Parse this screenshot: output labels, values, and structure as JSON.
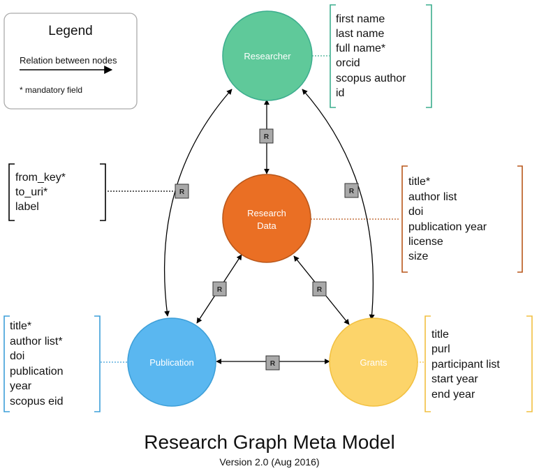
{
  "legend": {
    "title": "Legend",
    "relation_label": "Relation between nodes",
    "mandatory_label": "* mandatory field"
  },
  "nodes": {
    "researcher": {
      "label": "Researcher",
      "color": "#5fc99a",
      "fields": [
        "first name",
        "last name",
        "full name*",
        "orcid",
        "scopus author",
        "id"
      ],
      "bracket_color": "#3cad8e"
    },
    "research_data": {
      "label_line1": "Research",
      "label_line2": "Data",
      "color": "#ea6f24",
      "fields": [
        "title*",
        "author list",
        "doi",
        "publication year",
        "license",
        "size"
      ],
      "bracket_color": "#b8561a"
    },
    "publication": {
      "label": "Publication",
      "color": "#5ab7f0",
      "fields": [
        "title*",
        "author list*",
        "doi",
        "publication",
        "year",
        "scopus eid"
      ],
      "bracket_color": "#3d9fd8"
    },
    "grants": {
      "label": "Grants",
      "color": "#fcd46a",
      "fields": [
        "title",
        "purl",
        "participant list",
        "start year",
        "end year"
      ],
      "bracket_color": "#f2c040"
    }
  },
  "relation_fields": [
    "from_key*",
    "to_uri*",
    "label"
  ],
  "relation_marker": "R",
  "title": "Research Graph Meta Model",
  "subtitle": "Version 2.0 (Aug 2016)"
}
